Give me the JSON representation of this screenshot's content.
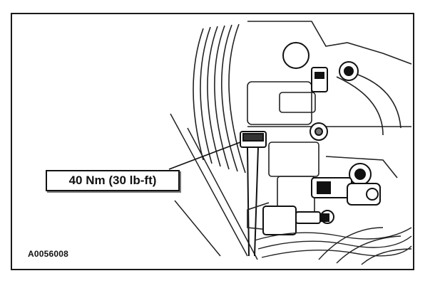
{
  "torque_callout": "40 Nm (30 lb-ft)",
  "figure_id": "A0056008",
  "colors": {
    "ink": "#111111",
    "paper": "#ffffff",
    "shade": "#9a9a9a"
  },
  "components": [
    "pulley-ribs",
    "sensor-bolt",
    "engine-bosses",
    "connectors",
    "wire-harness"
  ]
}
